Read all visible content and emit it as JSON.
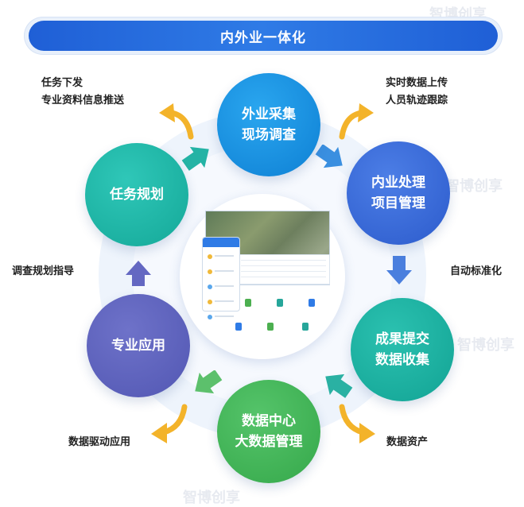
{
  "title": "内外业一体化",
  "nodes": {
    "field_collect": {
      "line1": "外业采集",
      "line2": "现场调查",
      "color": "#1a93e2"
    },
    "office_manage": {
      "line1": "内业处理",
      "line2": "项目管理",
      "color": "#3a6ed9"
    },
    "result_submit": {
      "line1": "成果提交",
      "line2": "数据收集",
      "color": "#1eb3a3"
    },
    "data_center": {
      "line1": "数据中心",
      "line2": "大数据管理",
      "color": "#45b65a"
    },
    "professional_app": {
      "line1": "专业应用",
      "color": "#5f63be"
    },
    "task_plan": {
      "line1": "任务规划",
      "color": "#20b7a7"
    }
  },
  "labels": {
    "top_left": {
      "line1": "任务下发",
      "line2": "专业资料信息推送"
    },
    "top_right": {
      "line1": "实时数据上传",
      "line2": "人员轨迹跟踪"
    },
    "right": "自动标准化",
    "bottom_right": "数据资产",
    "bottom_left": "数据驱动应用",
    "left": "调查规划指导"
  },
  "watermark": "智博创享",
  "colors": {
    "banner": "#2a6fdf",
    "arrow_blue": "#3a8fe0",
    "arrow_yellow": "#f3b32a",
    "arrow_green": "#5cc06c",
    "arrow_purple": "#6468c2"
  },
  "icons": [
    "arrow-icon",
    "curved-arrow-icon",
    "map-screenshot",
    "phone-screenshot"
  ]
}
